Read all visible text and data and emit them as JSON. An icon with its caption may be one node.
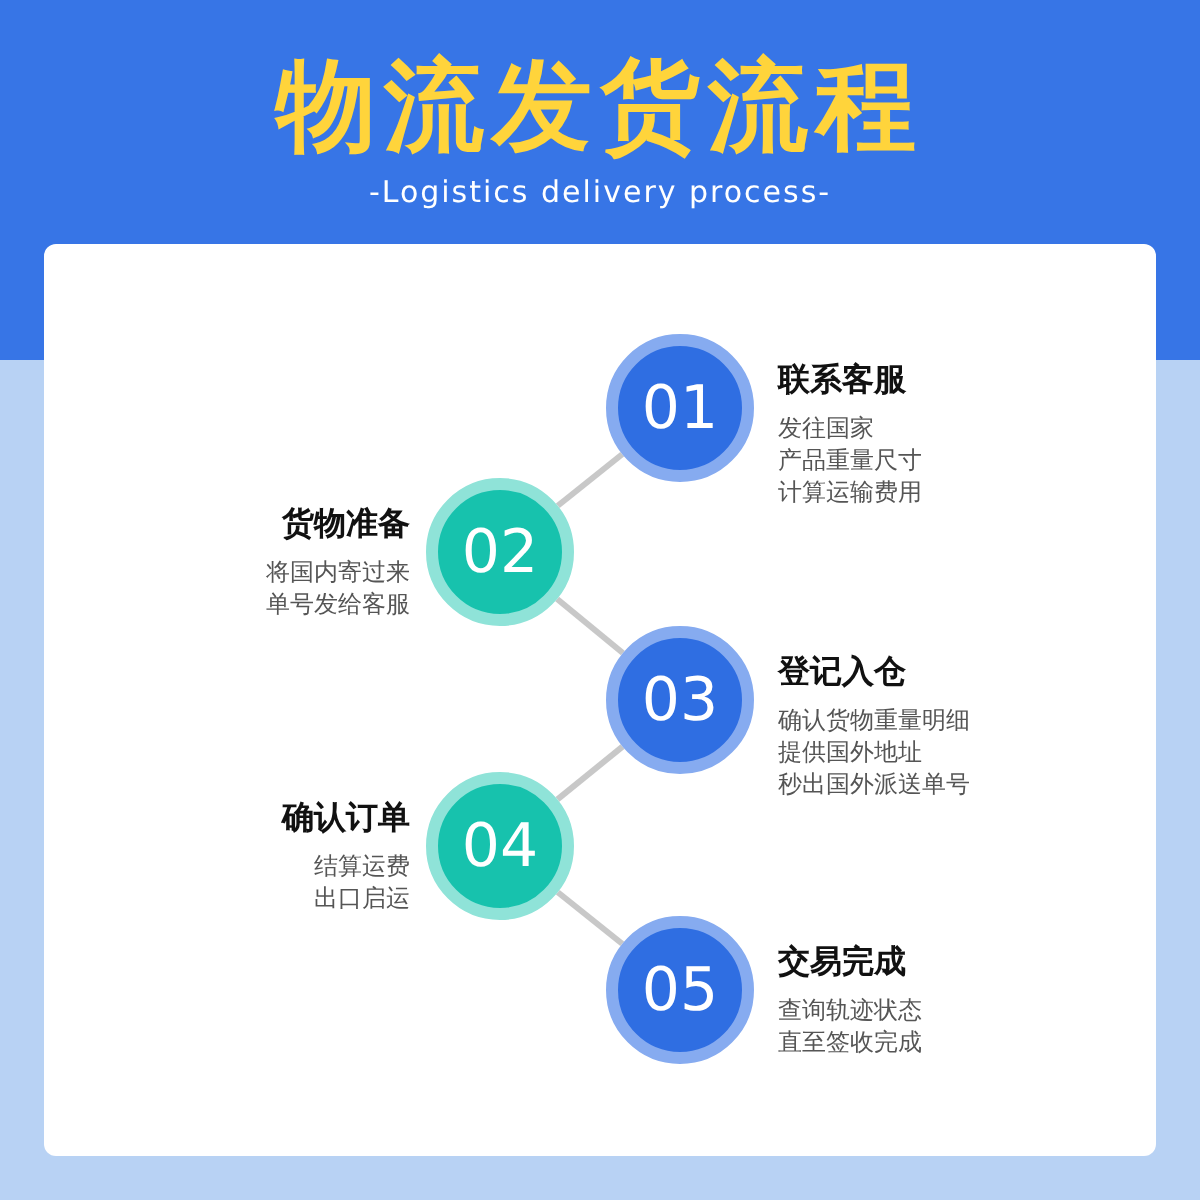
{
  "diagram": {
    "title": "物流发货流程",
    "nodes": [
      {
        "text": [
          "01",
          "联系客服",
          "发往国家",
          "产品重量尺寸",
          "计算运输费用"
        ]
      },
      {
        "text": [
          "02",
          "货物准备",
          "将国内寄过来",
          "单号发给客服"
        ]
      },
      {
        "text": [
          "03",
          "登记入仓",
          "确认货物重量明细",
          "提供国外地址",
          "秒出国外派送单号"
        ]
      },
      {
        "text": [
          "04",
          "确认订单",
          "结算运费",
          "出口启运"
        ]
      },
      {
        "text": [
          "05",
          "交易完成",
          "查询轨迹状态",
          "直至签收完成"
        ]
      }
    ],
    "edges": [
      {
        "from": 0,
        "to": 1,
        "arrow": "none"
      },
      {
        "from": 1,
        "to": 2,
        "arrow": "none"
      },
      {
        "from": 2,
        "to": 3,
        "arrow": "none"
      },
      {
        "from": 3,
        "to": 4,
        "arrow": "none"
      }
    ],
    "labels": [
      "-Logistics delivery process-"
    ]
  }
}
